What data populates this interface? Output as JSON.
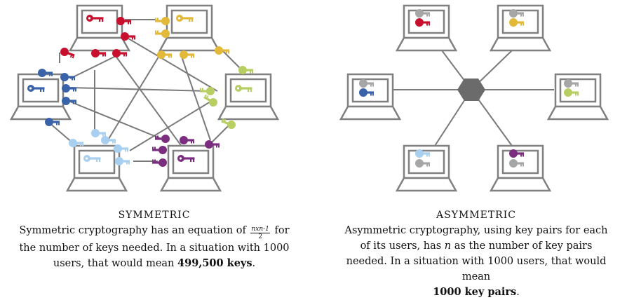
{
  "symmetric": {
    "heading": "SYMMETRIC",
    "text_before": "Symmetric cryptography has an equation of",
    "fraction_numerator": "nxn-1",
    "fraction_denominator": "2",
    "text_after": "for the number of keys needed. In a situation with 1000 users, that would mean",
    "emphasis": "499,500 keys",
    "end": "."
  },
  "asymmetric": {
    "heading": "ASYMMETRIC",
    "text_before": "Asymmetric cryptography, using key pairs for each of its users, has",
    "n": "n",
    "text_middle": "as the number of key pairs needed. In a situation with 1000 users, that would mean",
    "emphasis": "1000 key pairs",
    "end": "."
  },
  "colors": {
    "red": "#c8102e",
    "yellow": "#e3b93a",
    "lime": "#b7cf62",
    "purple": "#7b2d7f",
    "lightblue": "#a8cff0",
    "blue": "#3a62a8",
    "gray_key": "#a6a6a6",
    "line": "#7a7a7a",
    "hub": "#6b6b6b",
    "laptop_stroke": "#808080"
  },
  "icons": {
    "laptop": "laptop-icon",
    "key": "key-icon",
    "hub": "hexagon-hub-icon"
  }
}
